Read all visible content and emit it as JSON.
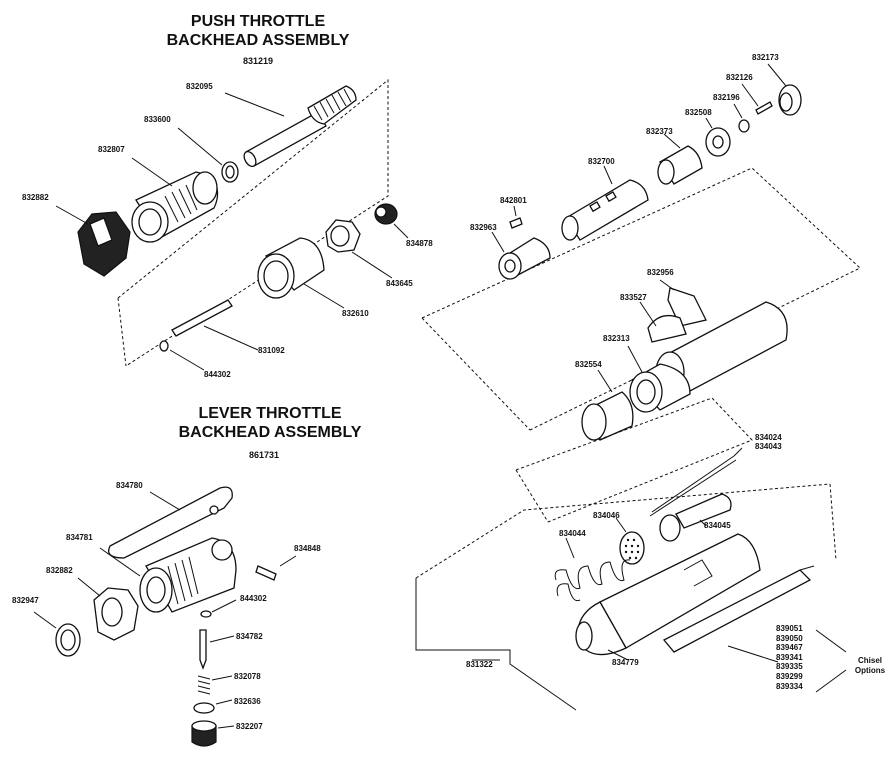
{
  "push_assembly": {
    "title_line1": "PUSH THROTTLE",
    "title_line2": "BACKHEAD ASSEMBLY",
    "assembly_number": "831219",
    "parts": [
      "832095",
      "833600",
      "832807",
      "832882",
      "834878",
      "843645",
      "832610",
      "831092",
      "844302"
    ]
  },
  "lever_assembly": {
    "title_line1": "LEVER THROTTLE",
    "title_line2": "BACKHEAD ASSEMBLY",
    "assembly_number": "861731",
    "parts": [
      "834780",
      "834781",
      "834848",
      "832882",
      "832947",
      "844302",
      "834782",
      "832078",
      "832636",
      "832207"
    ]
  },
  "tool_parts": [
    "832173",
    "832126",
    "832196",
    "832508",
    "832373",
    "832700",
    "842801",
    "832963",
    "832956",
    "833527",
    "832313",
    "832554",
    "834024",
    "834043",
    "834046",
    "834045",
    "834044",
    "831322",
    "834779"
  ],
  "chisel_options": {
    "label_line1": "Chisel",
    "label_line2": "Options",
    "numbers": [
      "839051",
      "839050",
      "839467",
      "839341",
      "839335",
      "839299",
      "839334"
    ]
  }
}
